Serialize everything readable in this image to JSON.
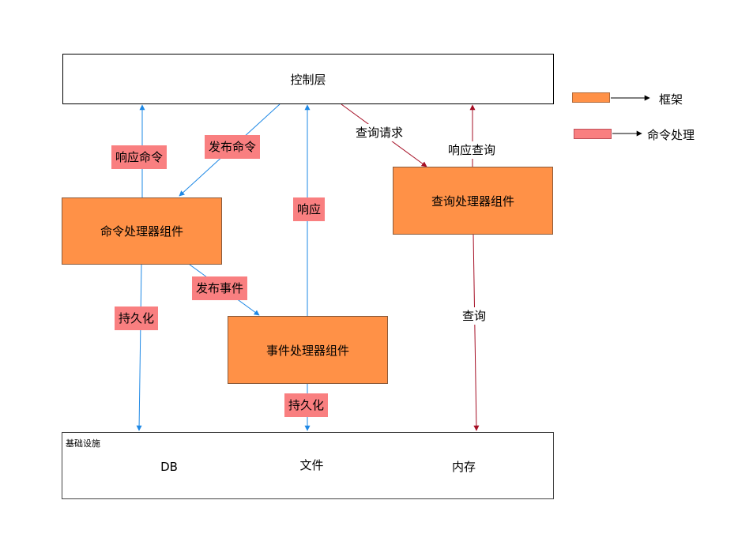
{
  "control_layer": {
    "label": "控制层"
  },
  "command_handler": {
    "label": "命令处理器组件"
  },
  "query_handler": {
    "label": "查询处理器组件"
  },
  "event_handler": {
    "label": "事件处理器组件"
  },
  "edge_labels": {
    "response_command": "响应命令",
    "publish_command": "发布命令",
    "query_request": "查询请求",
    "response_query": "响应查询",
    "response": "响应",
    "publish_event": "发布事件",
    "persist_1": "持久化",
    "persist_2": "持久化",
    "query": "查询"
  },
  "infrastructure": {
    "title": "基础设施",
    "db": "DB",
    "file": "文件",
    "memory": "内存"
  },
  "legend": {
    "framework": "框架",
    "command_processing": "命令处理"
  },
  "colors": {
    "framework": "#FF9147",
    "command_tag": "#F97F80",
    "blue_arrow": "#1E88E5",
    "red_arrow": "#A50F25"
  }
}
